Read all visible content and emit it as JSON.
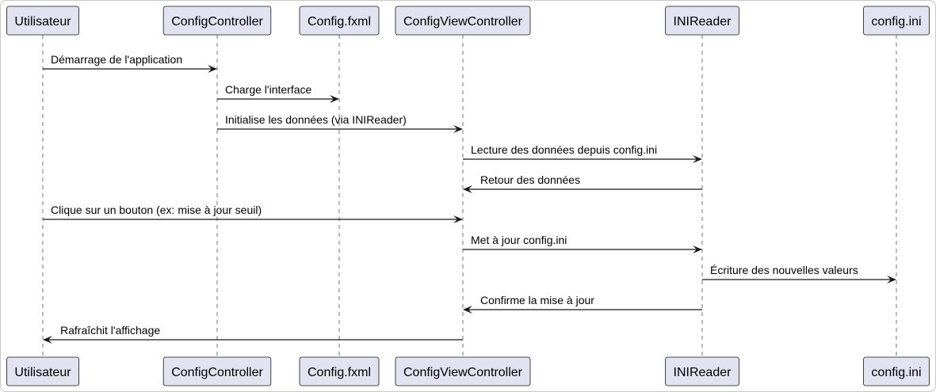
{
  "diagram": {
    "type": "sequence",
    "participants": [
      {
        "id": "utilisateur",
        "label": "Utilisateur"
      },
      {
        "id": "configcontroller",
        "label": "ConfigController"
      },
      {
        "id": "configfxml",
        "label": "Config.fxml"
      },
      {
        "id": "configviewcontroller",
        "label": "ConfigViewController"
      },
      {
        "id": "inireader",
        "label": "INIReader"
      },
      {
        "id": "configini",
        "label": "config.ini"
      }
    ],
    "messages": [
      {
        "from": "utilisateur",
        "to": "configcontroller",
        "label": "Démarrage de l'application"
      },
      {
        "from": "configcontroller",
        "to": "configfxml",
        "label": "Charge l'interface"
      },
      {
        "from": "configcontroller",
        "to": "configviewcontroller",
        "label": "Initialise les données (via INIReader)"
      },
      {
        "from": "configviewcontroller",
        "to": "inireader",
        "label": "Lecture des données depuis config.ini"
      },
      {
        "from": "inireader",
        "to": "configviewcontroller",
        "label": "Retour des données"
      },
      {
        "from": "utilisateur",
        "to": "configviewcontroller",
        "label": "Clique sur un bouton (ex: mise à jour seuil)"
      },
      {
        "from": "configviewcontroller",
        "to": "inireader",
        "label": "Met à jour config.ini"
      },
      {
        "from": "inireader",
        "to": "configini",
        "label": "Écriture des nouvelles valeurs"
      },
      {
        "from": "inireader",
        "to": "configviewcontroller",
        "label": "Confirme la mise à jour"
      },
      {
        "from": "configviewcontroller",
        "to": "utilisateur",
        "label": "Rafraîchit l'affichage"
      }
    ]
  }
}
